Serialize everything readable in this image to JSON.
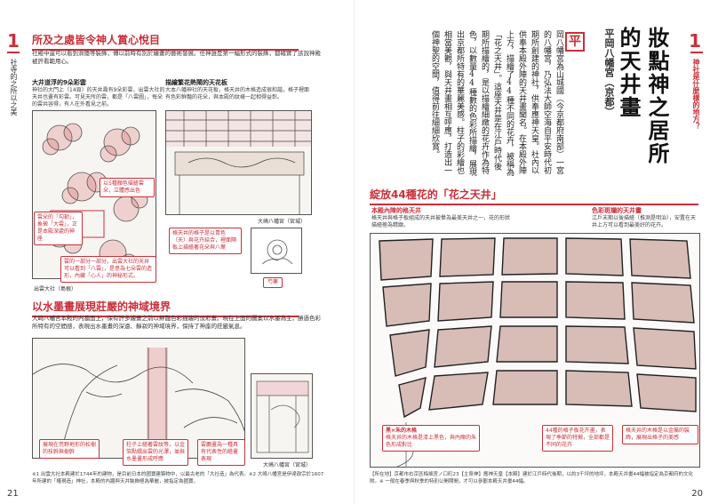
{
  "left_page": {
    "chapter_number": "1",
    "side_running_title": "社寺的之所以之美",
    "page_number": "21",
    "section1": {
      "title": "所及之處皆令神人賞心悅目",
      "intro": "社殿中還可以看到滑隱等裝飾，傳以前時有別於繪畫的藝術發展。任神誰是第一幅形式的裝飾，都確實了該說神殿被許看範用心。"
    },
    "fig1": {
      "caption": "大井道浮的9朵彩雲",
      "desc": "神社的大門上（14頁）的天井壽有9朵彩雲，出雲大社的天井也畫有彩雲。可見天所的雲，都是「八雲圖」，每朵的雲共容得，有人在外看見之前。",
      "callout_a": "以5種顏色描繪雲朵，立體感出色",
      "callout_b": "雲朵的「勾勒」，象徵「大雲」，正是本殿深處的神座",
      "callout_c": "雲的一部分一部分，出雲大社的天井可以看到「八雲」，是意為七朵雲的造形，內藏「心人」的神秘形式。",
      "credit": "出雲大社（島根）"
    },
    "fig2": {
      "caption": "描繪繁花熱鬧的天花板",
      "desc": "大本八幡神社的天花板，格天井的木格造成很和諧，格子裡面有色彩鮮豔的花朵，與本殿的紋樣一起相得益彰。",
      "callout_a": "格天井的格子是以青色（天）與花卉結合，裡面隔板上描繪著花朵與八葉",
      "credit": "大崎八幡宮（宮城）",
      "callout_tag": "芍藥"
    },
    "section2": {
      "title": "以水墨畫展現莊嚴的神域境界",
      "intro": "大崎八幡宮本殿的內牆面上，保有許多繪畫之前以鮮豔色彩描繪的淡彩畫。現在上面的圖案以水墨為主，勝過色彩所特有的空間感，表現出水墨畫的深遠、靜寂的神域境界，保持了神座的莊嚴氣息。",
      "callout_a": "展現在荒野地形的松樹的枝幹與樹幹",
      "callout_b": "柱子上繪著雲紋等，以金箔點綴出雲的光澤，並與水墨畫形成呼應",
      "callout_c": "雲鵬畫為一種具有代表性的繪畫表現",
      "credit": "大崎八幡宮（宮城）"
    },
    "footnote": "※1 出雲大社本殿建於1744年的建物，是目前日本的國寶建築物中，以最古老的「大社造」為代表。※2 大崎八幡宮是伊達政宗於1607年所建的「權現造」神社，本殿的內牆與天井裝飾極為華麗，被指定為國寶。"
  },
  "right_page": {
    "chapter_number": "1",
    "side_running_title": "神社是什麼樣的地方？",
    "page_number": "20",
    "main_title_line1": "妝點神之居所",
    "main_title_line2": "的天井畫",
    "location_label": "平岡八幡宮（京都）",
    "drop_cap": "平",
    "body": "岡八幡宮為山城國（今京都府南部）一宮的八幡宮，乃弘法大師空海自平安時代初期所創建的神社，供奉應神天皇。社內以供奉本殿外陣的天井畫聞名。在本殿外陣上方，描繪了44種不同的花卉，被稱為「花之天井」。這座天井是在江戶時代後期所描繪的，是以描繪細緻的花卉作為特色，以數量44種數的色彩所描繪，展現出京都所特有的華麗美感。柱子的彩繪也相當美觀，與天井畫相互呼應，打造出一個神聖的空間，值得前往細細欣賞。",
    "section": {
      "title": "綻放44種花的「花之天井」",
      "note_left_heading": "本殿內陣的格天井",
      "note_left_body": "格天井與格子板組成的天井被譽為最美天井之一，花的形狀描繪極為精緻。",
      "note_right_heading": "色彩斑斕的天井畫",
      "note_right_body": "江戶末期以後描繪（推測是明治），安置在天井上方可以看到最美好的花卉。",
      "callout_a": "黑×朱的木格",
      "callout_a_body": "格天井的木格是漆上黑色，與內陣的朱色形成對比",
      "callout_b": "44種的格子板花卉畫，表現了季節的特徵，全部都是不同的花卉",
      "callout_c": "格天井的木格是以金屬的裝飾，展現出格子的美感"
    },
    "footnote": "【所在地】京都市右京區梅畑宮ノ口町23【主祭神】應神天皇【本殿】建於江戶時代後期，以約3千坪的地坪，本殿天井畫44幅被指定為京都府的文化財。※ 一般在春季與秋季的特別公開期間，才可以參觀本殿天井畫44幅。"
  },
  "colors": {
    "accent_red": "#c9303a",
    "sketch_bg": "#f7f5f1",
    "ceiling_panel": "#b98a7f"
  }
}
